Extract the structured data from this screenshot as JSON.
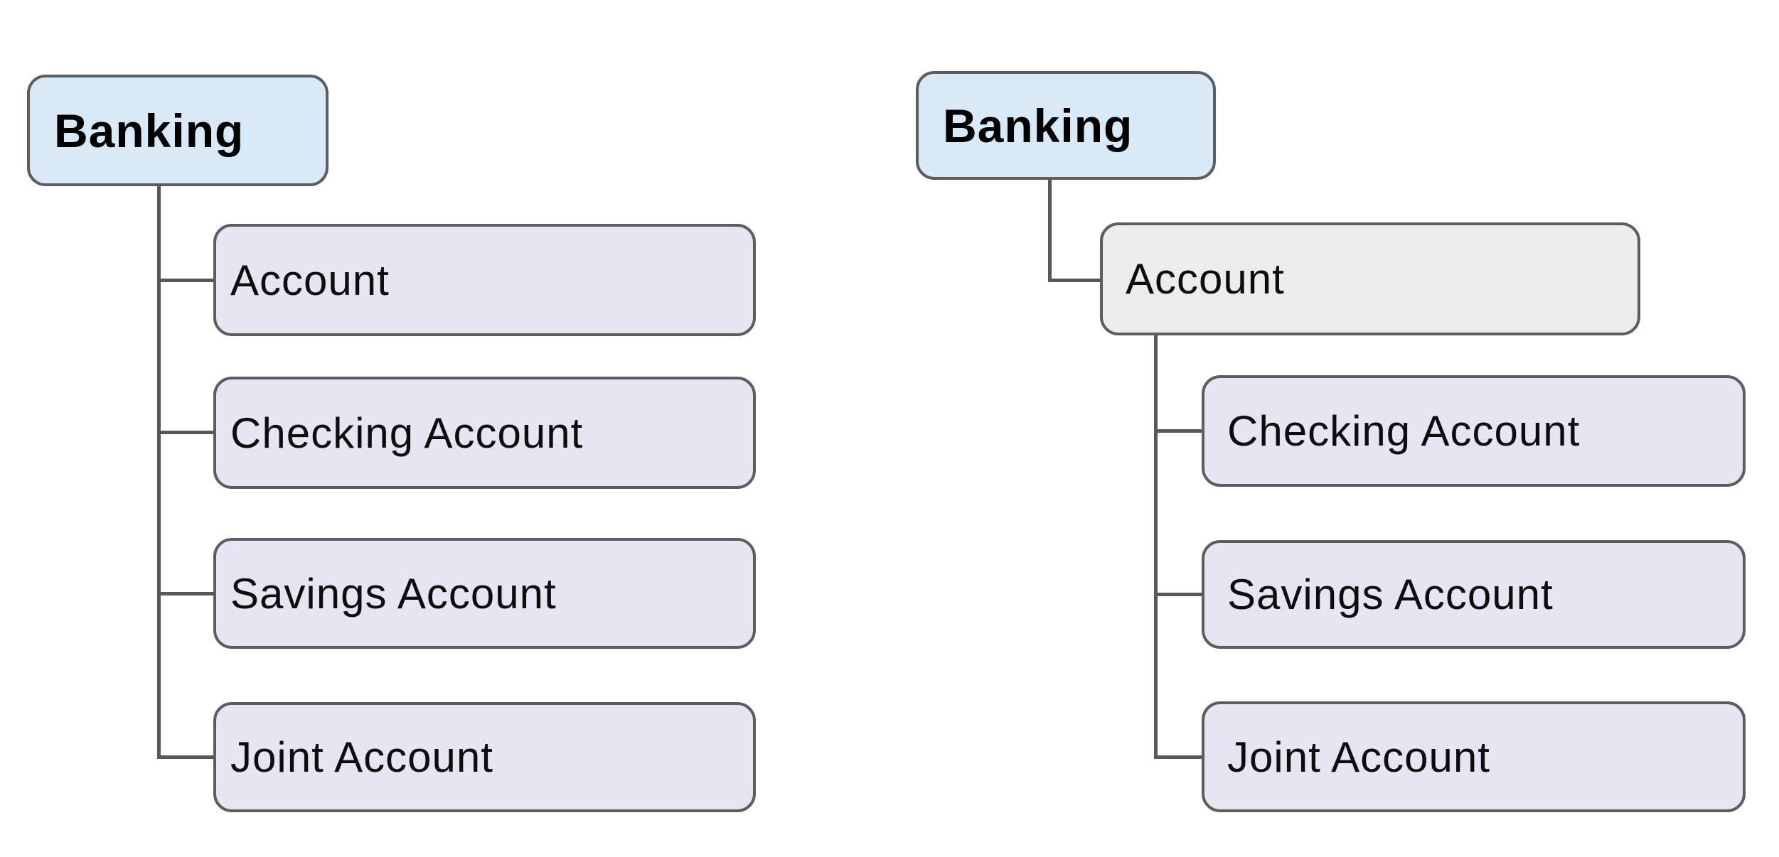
{
  "colors": {
    "canvas": "#ffffff",
    "root-fill": "#d8eaf7",
    "child-fill": "#e8e5f2",
    "highlight-fill": "#ececec",
    "node-border": "#5d5d60",
    "connector": "#58585a",
    "root-text": "#000000",
    "child-text": "#0d0d0d"
  },
  "left_tree": {
    "root_label": "Banking",
    "children": [
      "Account",
      "Checking Account",
      "Savings Account",
      "Joint Account"
    ]
  },
  "right_tree": {
    "root_label": "Banking",
    "branch": {
      "label": "Account",
      "children": [
        "Checking Account",
        "Savings Account",
        "Joint Account"
      ]
    }
  }
}
